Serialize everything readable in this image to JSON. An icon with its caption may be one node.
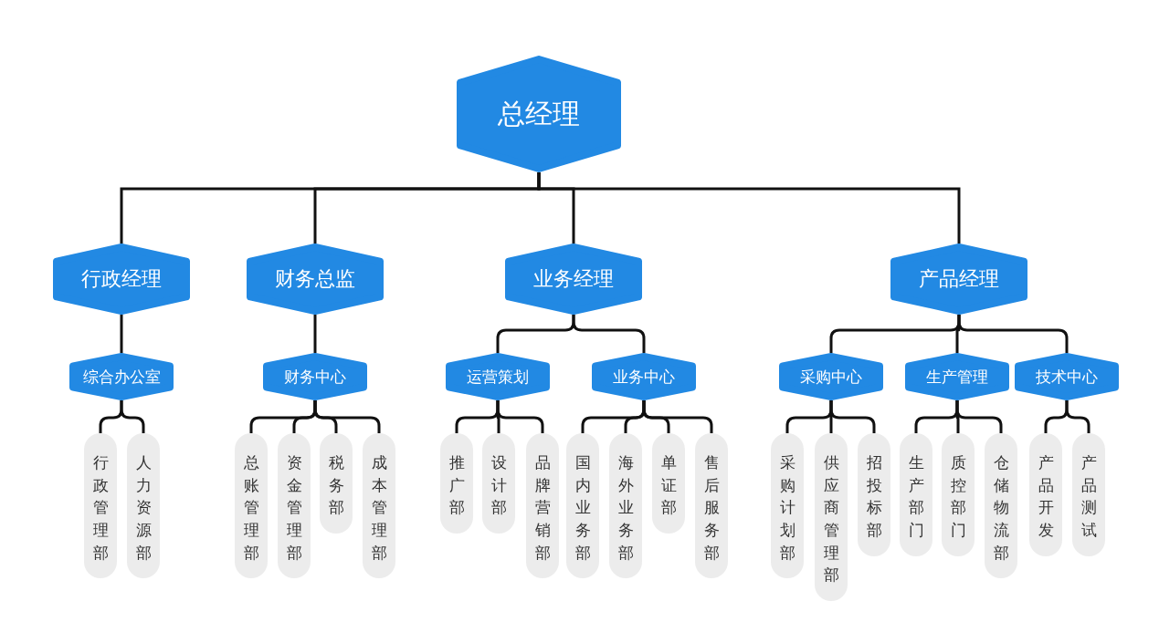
{
  "diagram": {
    "nodes": [
      {
        "text": [
          "总经理"
        ]
      },
      {
        "text": [
          "行政经理"
        ]
      },
      {
        "text": [
          "财务总监"
        ]
      },
      {
        "text": [
          "业务经理"
        ]
      },
      {
        "text": [
          "产品经理"
        ]
      },
      {
        "text": [
          "综合办公室"
        ]
      },
      {
        "text": [
          "财务中心"
        ]
      },
      {
        "text": [
          "运营策划"
        ]
      },
      {
        "text": [
          "业务中心"
        ]
      },
      {
        "text": [
          "采购中心"
        ]
      },
      {
        "text": [
          "生产管理"
        ]
      },
      {
        "text": [
          "技术中心"
        ]
      },
      {
        "text": [
          "行政管理部"
        ]
      },
      {
        "text": [
          "人力资源部"
        ]
      },
      {
        "text": [
          "总账管理部"
        ]
      },
      {
        "text": [
          "资金管理部"
        ]
      },
      {
        "text": [
          "税务部"
        ]
      },
      {
        "text": [
          "成本管理部"
        ]
      },
      {
        "text": [
          "推广部"
        ]
      },
      {
        "text": [
          "设计部"
        ]
      },
      {
        "text": [
          "品牌营销部"
        ]
      },
      {
        "text": [
          "国内业务部"
        ]
      },
      {
        "text": [
          "海外业务部"
        ]
      },
      {
        "text": [
          "单证部"
        ]
      },
      {
        "text": [
          "售后服务部"
        ]
      },
      {
        "text": [
          "采购计划部"
        ]
      },
      {
        "text": [
          "供应商管理部"
        ]
      },
      {
        "text": [
          "招投标部"
        ]
      },
      {
        "text": [
          "生产部门"
        ]
      },
      {
        "text": [
          "质控部门"
        ]
      },
      {
        "text": [
          "仓储物流部"
        ]
      },
      {
        "text": [
          "产品开发"
        ]
      },
      {
        "text": [
          "产品测试"
        ]
      }
    ],
    "edges": [
      {
        "from": 0,
        "to": 1,
        "arrow": "none"
      },
      {
        "from": 0,
        "to": 2,
        "arrow": "none"
      },
      {
        "from": 0,
        "to": 3,
        "arrow": "none"
      },
      {
        "from": 0,
        "to": 4,
        "arrow": "none"
      },
      {
        "from": 1,
        "to": 5,
        "arrow": "none"
      },
      {
        "from": 2,
        "to": 6,
        "arrow": "none"
      },
      {
        "from": 3,
        "to": 7,
        "arrow": "none"
      },
      {
        "from": 3,
        "to": 8,
        "arrow": "none"
      },
      {
        "from": 4,
        "to": 9,
        "arrow": "none"
      },
      {
        "from": 4,
        "to": 10,
        "arrow": "none"
      },
      {
        "from": 4,
        "to": 11,
        "arrow": "none"
      },
      {
        "from": 5,
        "to": 12,
        "arrow": "none"
      },
      {
        "from": 5,
        "to": 13,
        "arrow": "none"
      },
      {
        "from": 6,
        "to": 14,
        "arrow": "none"
      },
      {
        "from": 6,
        "to": 15,
        "arrow": "none"
      },
      {
        "from": 6,
        "to": 16,
        "arrow": "none"
      },
      {
        "from": 6,
        "to": 17,
        "arrow": "none"
      },
      {
        "from": 7,
        "to": 18,
        "arrow": "none"
      },
      {
        "from": 7,
        "to": 19,
        "arrow": "none"
      },
      {
        "from": 7,
        "to": 20,
        "arrow": "none"
      },
      {
        "from": 8,
        "to": 21,
        "arrow": "none"
      },
      {
        "from": 8,
        "to": 22,
        "arrow": "none"
      },
      {
        "from": 8,
        "to": 23,
        "arrow": "none"
      },
      {
        "from": 8,
        "to": 24,
        "arrow": "none"
      },
      {
        "from": 9,
        "to": 25,
        "arrow": "none"
      },
      {
        "from": 9,
        "to": 26,
        "arrow": "none"
      },
      {
        "from": 9,
        "to": 27,
        "arrow": "none"
      },
      {
        "from": 10,
        "to": 28,
        "arrow": "none"
      },
      {
        "from": 10,
        "to": 29,
        "arrow": "none"
      },
      {
        "from": 10,
        "to": 30,
        "arrow": "none"
      },
      {
        "from": 11,
        "to": 31,
        "arrow": "none"
      },
      {
        "from": 11,
        "to": 32,
        "arrow": "none"
      }
    ]
  }
}
